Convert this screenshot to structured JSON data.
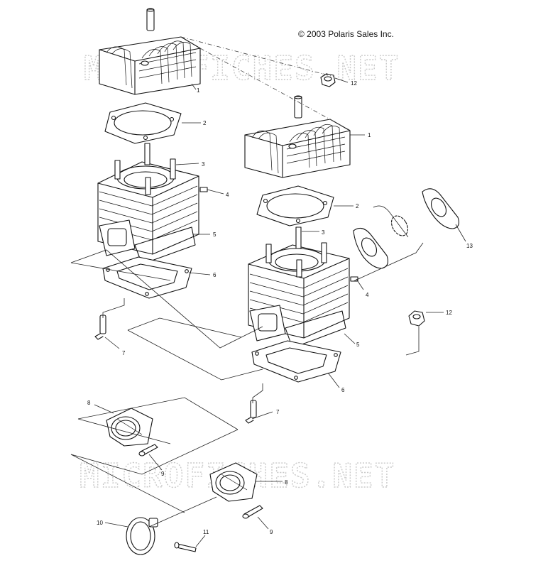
{
  "copyright": "© 2003 Polaris Sales Inc.",
  "watermark": "MICROFICHES.NET",
  "callouts": {
    "c1a": "1",
    "c2a": "2",
    "c3a": "3",
    "c4a": "4",
    "c5a": "5",
    "c6a": "6",
    "c7a": "7",
    "c12a": "12",
    "c1b": "1",
    "c2b": "2",
    "c3b": "3",
    "c4b": "4",
    "c5b": "5",
    "c6b": "6",
    "c7b": "7",
    "c12b": "12",
    "c13": "13",
    "c8a": "8",
    "c9a": "9",
    "c8b": "8",
    "c9b": "9",
    "c10": "10",
    "c11": "11"
  }
}
